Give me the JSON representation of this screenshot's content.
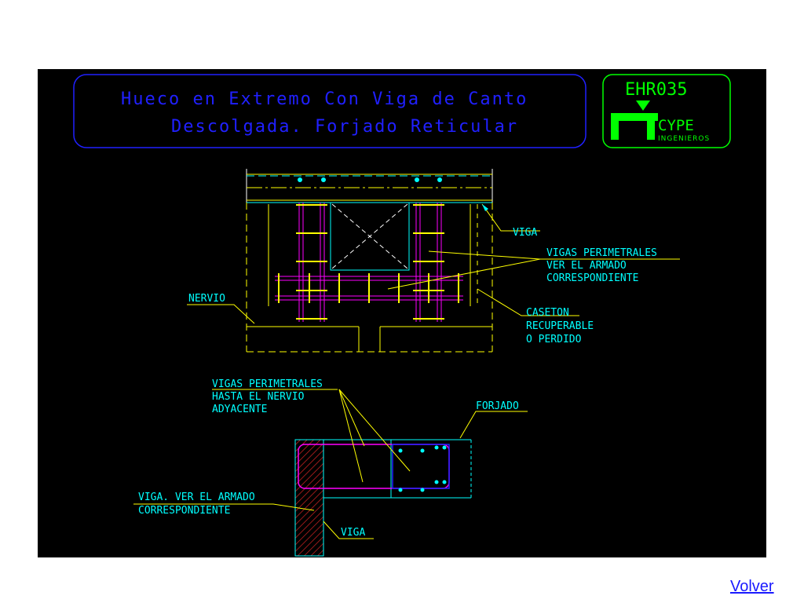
{
  "drawing": {
    "title_line1": "Hueco en Extremo Con Viga de Canto",
    "title_line2": "Descolgada. Forjado Reticular",
    "logo": {
      "code": "EHR035",
      "brand": "CYPE",
      "sub": "INGENIEROS"
    },
    "plan_labels": {
      "viga": "VIGA",
      "vigas_perimetrales_1": "VIGAS PERIMETRALES",
      "vigas_perimetrales_2": "VER EL ARMADO",
      "vigas_perimetrales_3": "CORRESPONDIENTE",
      "nervio": "NERVIO",
      "caseton_1": "CASETON",
      "caseton_2": "RECUPERABLE",
      "caseton_3": "O PERDIDO"
    },
    "section_labels": {
      "vigas_perimetrales_1": "VIGAS PERIMETRALES",
      "vigas_perimetrales_2": "HASTA EL NERVIO",
      "vigas_perimetrales_3": "ADYACENTE",
      "forjado": "FORJADO",
      "viga_armado_1": "VIGA. VER EL ARMADO",
      "viga_armado_2": "CORRESPONDIENTE",
      "viga": "VIGA"
    },
    "colors": {
      "background": "#000000",
      "cyan": "#00ffff",
      "yellow": "#ffff00",
      "magenta": "#ff00ff",
      "blue": "#2020ff",
      "green": "#00ff00",
      "red": "#cc2222"
    }
  },
  "nav": {
    "back_link": "Volver"
  }
}
